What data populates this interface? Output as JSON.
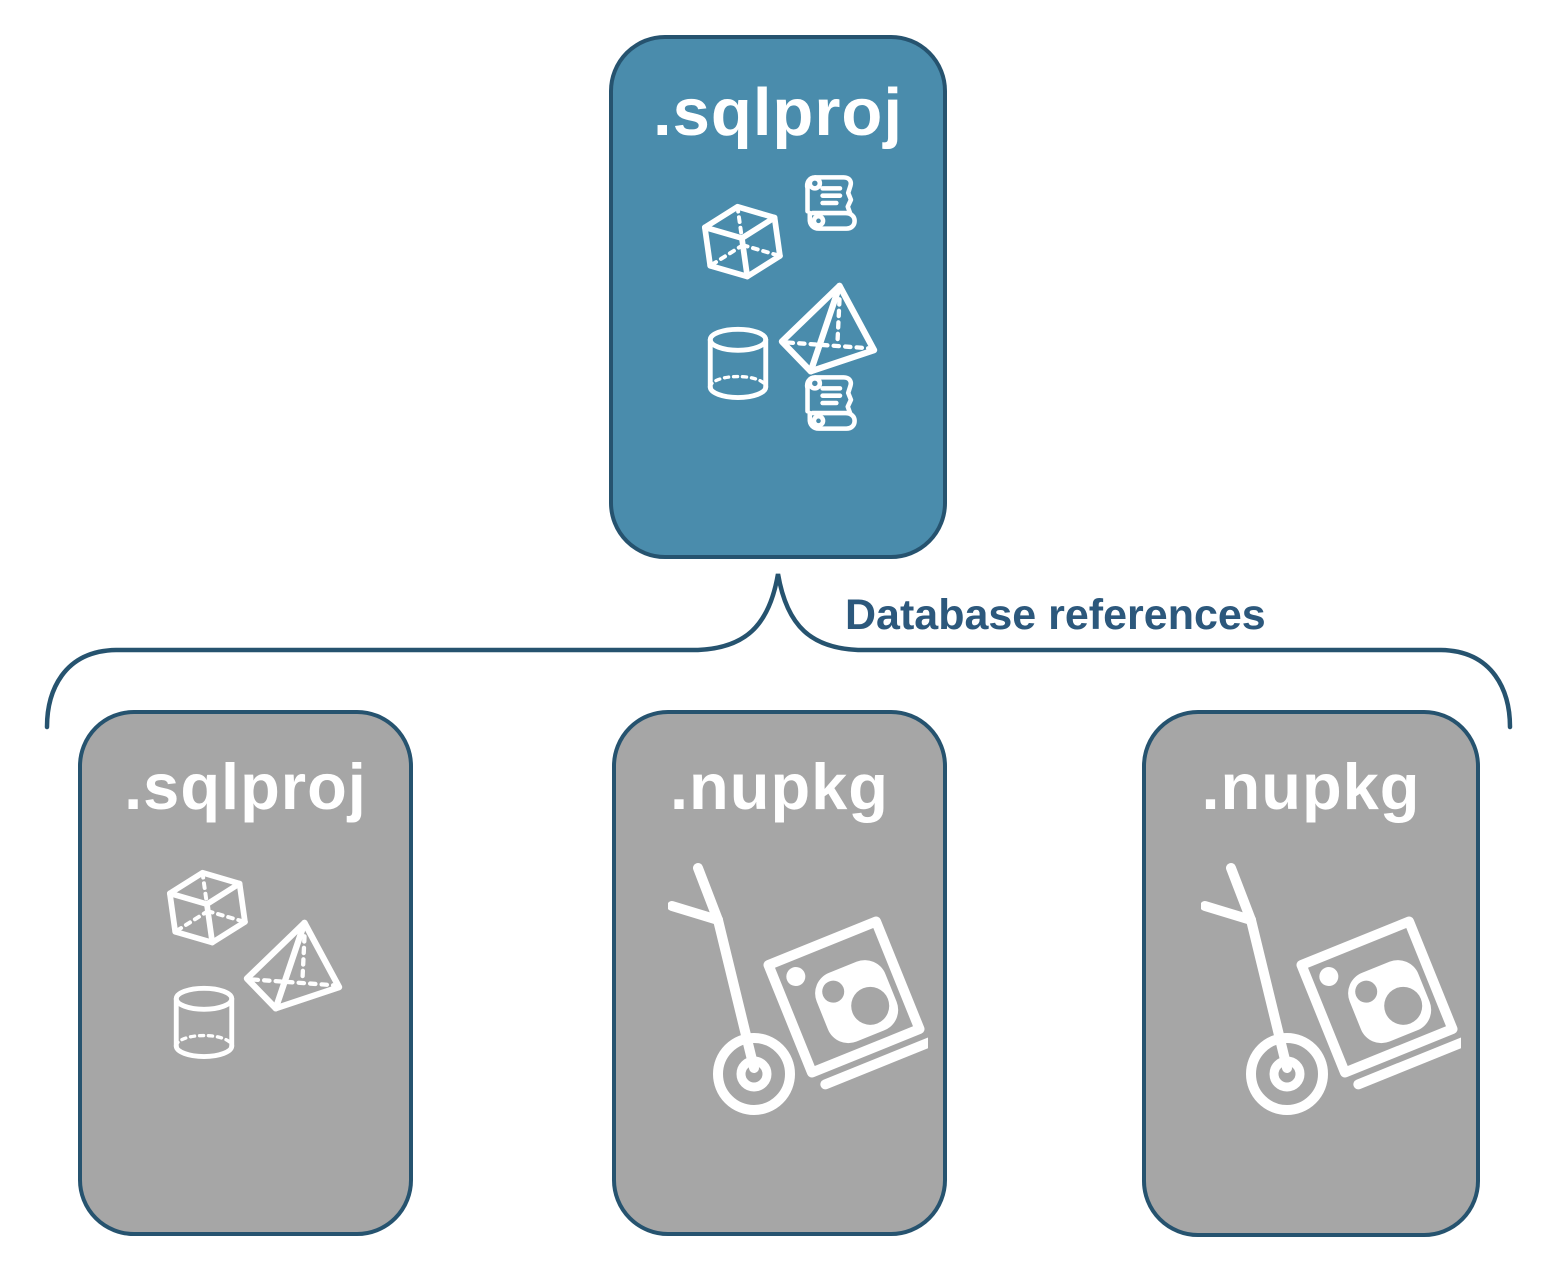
{
  "diagram": {
    "root": {
      "label": ".sqlproj",
      "icons": [
        "scroll-icon",
        "cube-icon",
        "pyramid-icon",
        "cylinder-icon",
        "scroll-icon"
      ]
    },
    "connector": {
      "label": "Database references"
    },
    "children": [
      {
        "label": ".sqlproj",
        "icons": [
          "cube-icon",
          "pyramid-icon",
          "cylinder-icon"
        ]
      },
      {
        "label": ".nupkg",
        "icons": [
          "handtruck-package-icon"
        ]
      },
      {
        "label": ".nupkg",
        "icons": [
          "handtruck-package-icon"
        ]
      }
    ],
    "colors": {
      "root_fill": "#4A8CAC",
      "child_fill": "#A6A6A6",
      "outline": "#26536F",
      "label_text": "#2C587C",
      "icon_stroke": "#FFFFFF",
      "background": "#FFFFFF"
    }
  }
}
